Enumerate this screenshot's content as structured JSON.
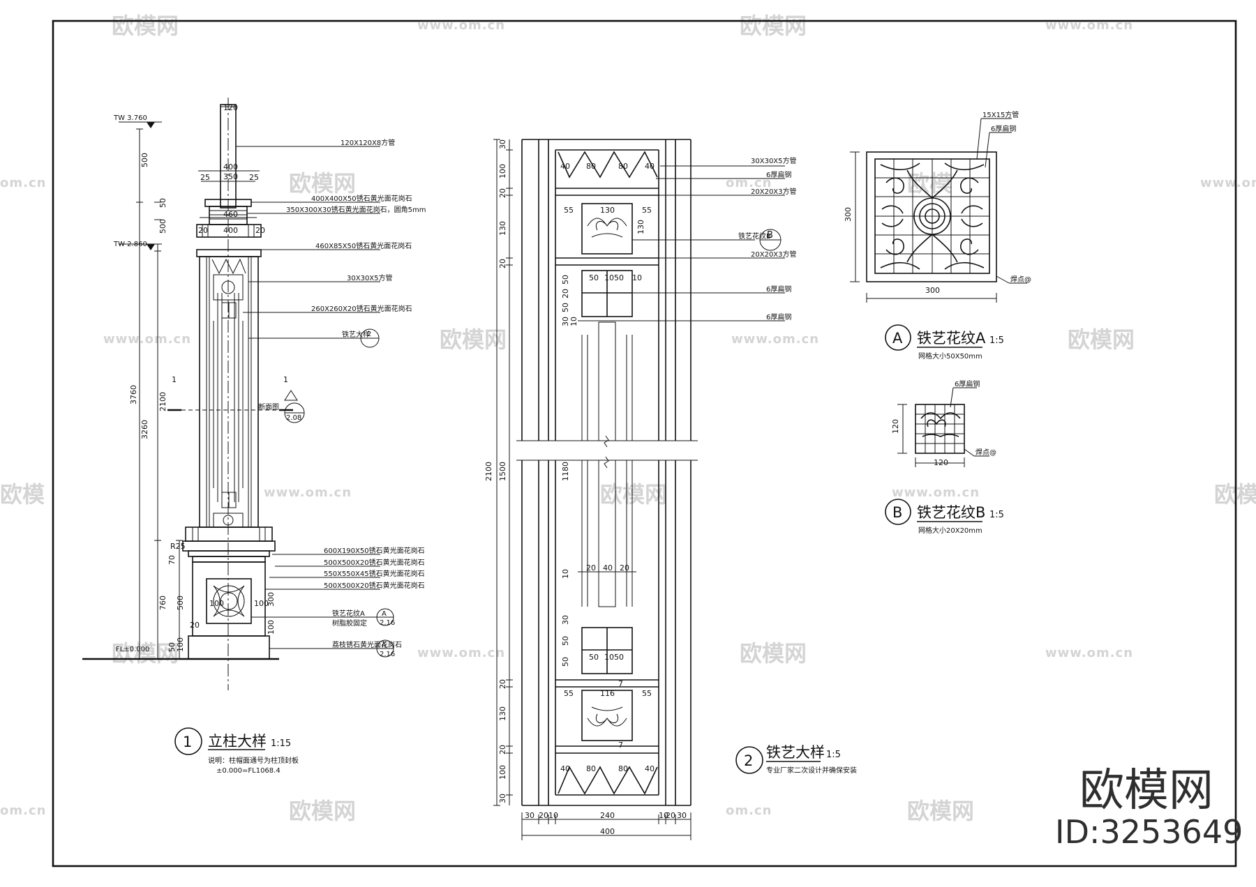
{
  "watermarks": {
    "logo": "欧模网",
    "url": "www.om.cn",
    "url_short": "om.cn",
    "url_cut": "www.om.c",
    "logo_cut": "欧模"
  },
  "brand": {
    "name": "欧模网",
    "id": "ID:3253649"
  },
  "drawing1": {
    "title_no": "1",
    "title": "立柱大样",
    "scale": "1:15",
    "note_line1": "说明：柱帽面通号为柱顶封板",
    "note_line2": "±0.000=FL1068.4",
    "levels": {
      "top": "TW 3.760",
      "mid": "TW 2.860",
      "base": "FL±0.000"
    },
    "dims_left": [
      "500",
      "3760",
      "3260",
      "500",
      "50",
      "2100",
      "760",
      "500",
      "100",
      "50",
      "70",
      "R25"
    ],
    "dims_top": [
      "120",
      "400",
      "350",
      "25",
      "25",
      "460",
      "400",
      "20",
      "20"
    ],
    "dims_base": [
      "100",
      "100",
      "300",
      "20",
      "100"
    ],
    "section": {
      "mark": "1",
      "label": "断面图",
      "ref": "2.08"
    },
    "callouts": [
      "120X120X8方管",
      "400X400X50锈石黄光面花岗石",
      "350X300X30锈石黄光面花岗石，圆角5mm",
      "460X85X50锈石黄光面花岗石",
      "30X30X5方管",
      "260X260X20锈石黄光面花岗石",
      "铁艺大样",
      "600X190X50锈石黄光面花岗石",
      "500X500X20锈石黄光面花岗石",
      "550X550X45锈石黄光面花岗石",
      "500X500X20锈石黄光面花岗石",
      "铁艺花纹A",
      "树脂胶固定",
      "荔枝锈石黄光面花岗石"
    ],
    "bubbles": {
      "ref2": "2",
      "refA1": "A",
      "refA1_sub": "2.16",
      "refA2": "A",
      "refA2_sub": "2.16"
    }
  },
  "drawing2": {
    "title_no": "2",
    "title": "铁艺大样",
    "scale": "1:5",
    "note": "专业厂家二次设计并确保安装",
    "callouts": [
      "30X30X5方管",
      "6厚扁钢",
      "20X20X3方管",
      "铁艺花纹B",
      "20X20X3方管",
      "6厚扁钢",
      "6厚扁钢"
    ],
    "bubble_b": "B",
    "dims_vertical": [
      "30",
      "100",
      "20",
      "130",
      "20",
      "50",
      "20",
      "50",
      "30",
      "10",
      "2100",
      "1500",
      "1180",
      "10",
      "30",
      "50",
      "50",
      "20",
      "130",
      "20",
      "100",
      "30"
    ],
    "dims_inner": [
      "40",
      "80",
      "80",
      "40",
      "55",
      "130",
      "55",
      "130",
      "50",
      "10",
      "50",
      "10",
      "20",
      "40",
      "20",
      "50",
      "10",
      "50",
      "55",
      "116",
      "55",
      "7",
      "7",
      "40",
      "80",
      "80",
      "40"
    ],
    "dims_bottom": [
      "30",
      "20",
      "10",
      "240",
      "10",
      "20",
      "30",
      "400"
    ]
  },
  "detailA": {
    "letter": "A",
    "title": "铁艺花纹A",
    "scale": "1:5",
    "note": "网格大小50X50mm",
    "dims": [
      "300",
      "300"
    ],
    "callouts": [
      "15X15方管",
      "6厚扁钢",
      "焊点@"
    ]
  },
  "detailB": {
    "letter": "B",
    "title": "铁艺花纹B",
    "scale": "1:5",
    "note": "网格大小20X20mm",
    "dims": [
      "120",
      "120"
    ],
    "callouts": [
      "6厚扁钢",
      "焊点@"
    ]
  }
}
